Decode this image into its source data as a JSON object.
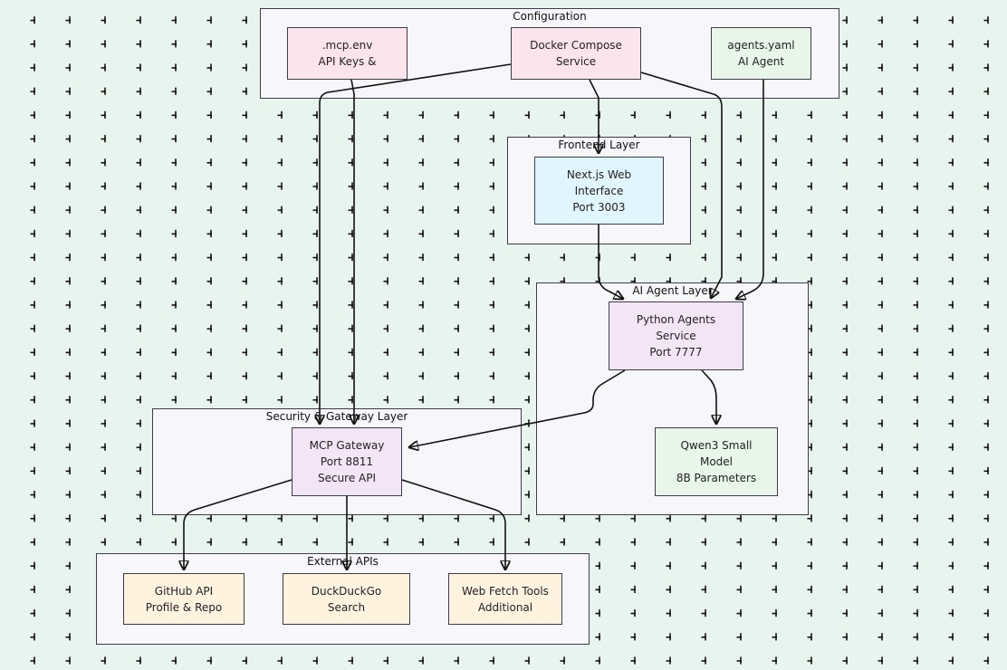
{
  "clusters": {
    "configuration": "Configuration",
    "frontend": "Frontend Layer",
    "agent": "AI Agent Layer",
    "gateway": "Security & Gateway Layer",
    "external": "External APIs"
  },
  "nodes": {
    "mcp_env": {
      "line1": ".mcp.env",
      "line2": "API Keys &"
    },
    "docker_compose": {
      "line1": "Docker Compose",
      "line2": "Service"
    },
    "agents_yaml": {
      "line1": "agents.yaml",
      "line2": "AI Agent"
    },
    "nextjs": {
      "line1": "Next.js Web",
      "line2": "Interface",
      "line3": "Port 3003"
    },
    "python_agents": {
      "line1": "Python Agents",
      "line2": "Service",
      "line3": "Port 7777"
    },
    "qwen": {
      "line1": "Qwen3 Small",
      "line2": "Model",
      "line3": "8B Parameters"
    },
    "mcp_gateway": {
      "line1": "MCP Gateway",
      "line2": "Port 8811",
      "line3": "Secure API"
    },
    "github": {
      "line1": "GitHub API",
      "line2": "Profile & Repo"
    },
    "duckduckgo": {
      "line1": "DuckDuckGo",
      "line2": "Search"
    },
    "webfetch": {
      "line1": "Web Fetch Tools",
      "line2": "Additional"
    }
  },
  "colors": {
    "config_fill": "#fce4ec",
    "agent_yaml_fill": "#e8f5e9",
    "frontend_fill": "#e1f5fe",
    "service_fill": "#f3e5f5",
    "external_fill": "#fff3e0",
    "cluster_fill": "#f7f7fb",
    "stroke": "#3c3c4a"
  }
}
